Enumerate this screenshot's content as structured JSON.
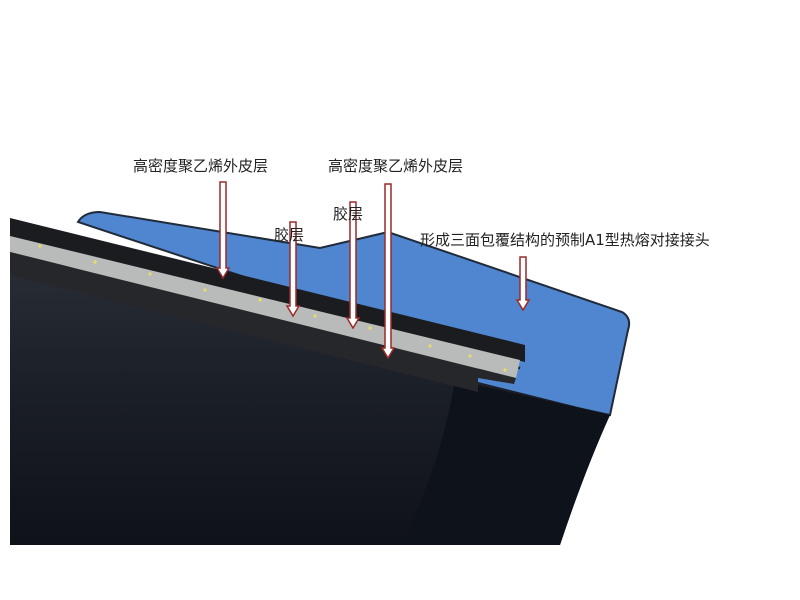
{
  "labels": {
    "hdpe_outer_1": "高密度聚乙烯外皮层",
    "hdpe_outer_2": "高密度聚乙烯外皮层",
    "adhesive_1": "胶层",
    "adhesive_2": "胶层",
    "joint": "形成三面包覆结构的预制A1型热熔对接接头"
  },
  "colors": {
    "jacket_blue": "#4f86cf",
    "pipe_black": "#16191f",
    "insulation_gray": "#b9bbbb",
    "arrow_red": "#9b2a2a"
  }
}
